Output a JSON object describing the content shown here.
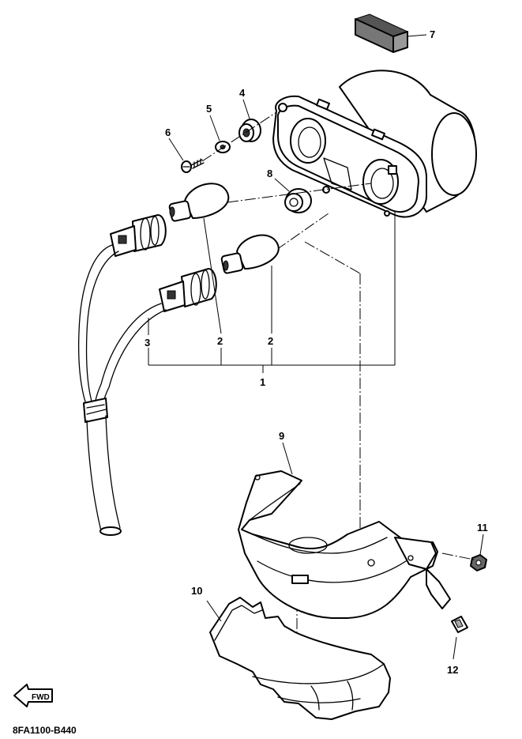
{
  "callouts": {
    "c1": "1",
    "c2a": "2",
    "c2b": "2",
    "c3": "3",
    "c4": "4",
    "c5": "5",
    "c6": "6",
    "c7": "7",
    "c8": "8",
    "c9": "9",
    "c10": "10",
    "c11": "11",
    "c12": "12"
  },
  "diagram_code": "8FA1100-B440",
  "fwd_label": "FWD"
}
